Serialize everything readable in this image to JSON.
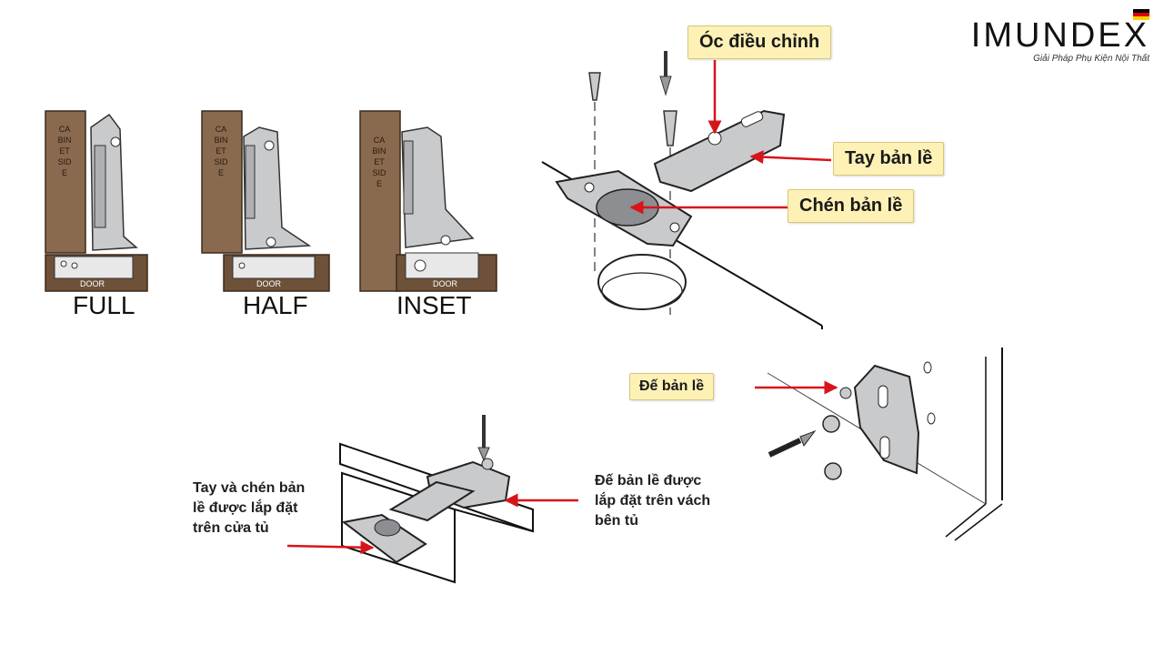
{
  "brand": {
    "name": "IMUNDEX",
    "tagline": "Giải Pháp Phụ Kiện Nội Thất",
    "flag_colors": [
      "#000000",
      "#dd0000",
      "#ffce00"
    ]
  },
  "hinge_types": [
    {
      "label": "FULL",
      "cabinet_text": "CABINET SIDE",
      "door_text": "DOOR"
    },
    {
      "label": "HALF",
      "cabinet_text": "CABINET SIDE",
      "door_text": "DOOR"
    },
    {
      "label": "INSET",
      "cabinet_text": "CABINET SIDE",
      "door_text": "DOOR"
    }
  ],
  "callouts": {
    "adjust_screw": "Óc điều chỉnh",
    "hinge_arm": "Tay bản lề",
    "hinge_cup": "Chén bản lề",
    "hinge_base": "Đế bản lề"
  },
  "notes": {
    "left": [
      "Tay và chén bản",
      "lề được lắp đặt",
      "trên cửa tủ"
    ],
    "right": [
      "Đế bản lề được",
      "lắp đặt trên vách",
      "bên tủ"
    ]
  },
  "colors": {
    "wood": "#8a6a4f",
    "wood_dark": "#6e5139",
    "metal": "#c9cacc",
    "arrow": "#d8141b",
    "callout_bg": "#fdf1b5"
  }
}
